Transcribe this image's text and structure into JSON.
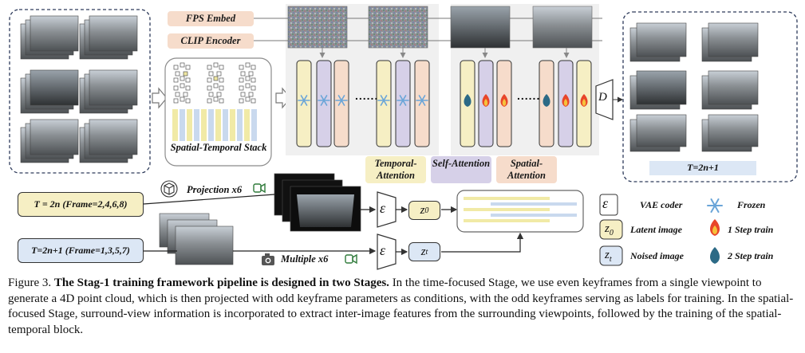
{
  "labels": {
    "fps_embed": "FPS Embed",
    "clip_encoder": "CLIP Encoder",
    "spatial_temporal_stack": "Spatial-Temporal Stack",
    "temporal_attention": "Temporal-Attention",
    "self_attention": "Self-Attention",
    "spatial_attention": "Spatial-Attention",
    "output_T": "T=2n+1",
    "decoder": "D",
    "input_even": "T = 2n (Frame=2,4,6,8)",
    "input_odd": "T=2n+1 (Frame=1,3,5,7)",
    "projection": "Projection x6",
    "multiple": "Multiple x6",
    "vae_symbol": "ε",
    "z0": "z",
    "z0_sub": "0",
    "zt": "z",
    "zt_sub": "t",
    "dots": "......"
  },
  "legend": {
    "vae_coder": "VAE coder",
    "frozen": "Frozen",
    "latent_image": "Latent image",
    "step1": "1 Step train",
    "noised_image": "Noised image",
    "step2": "2 Step train"
  },
  "colors": {
    "yellow": "#f6efc4",
    "lavender": "#d6d0e8",
    "peach": "#f6dccb",
    "blue": "#dce7f5",
    "frozen": "#6aa5d8",
    "fire_red": "#e8452a",
    "fire_blue": "#2c6a86"
  },
  "caption": {
    "prefix": "Figure 3.",
    "title": "The Stag-1 training framework pipeline is designed in two Stages.",
    "body": "In the time-focused Stage, we use even keyframes from a single viewpoint to generate a 4D point cloud, which is then projected with odd keyframe parameters as conditions, with the odd keyframes serving as labels for training. In the spatial-focused Stage, surround-view information is incorporated to extract inter-image features from the surrounding viewpoints, followed by the training of the spatial-temporal block."
  }
}
